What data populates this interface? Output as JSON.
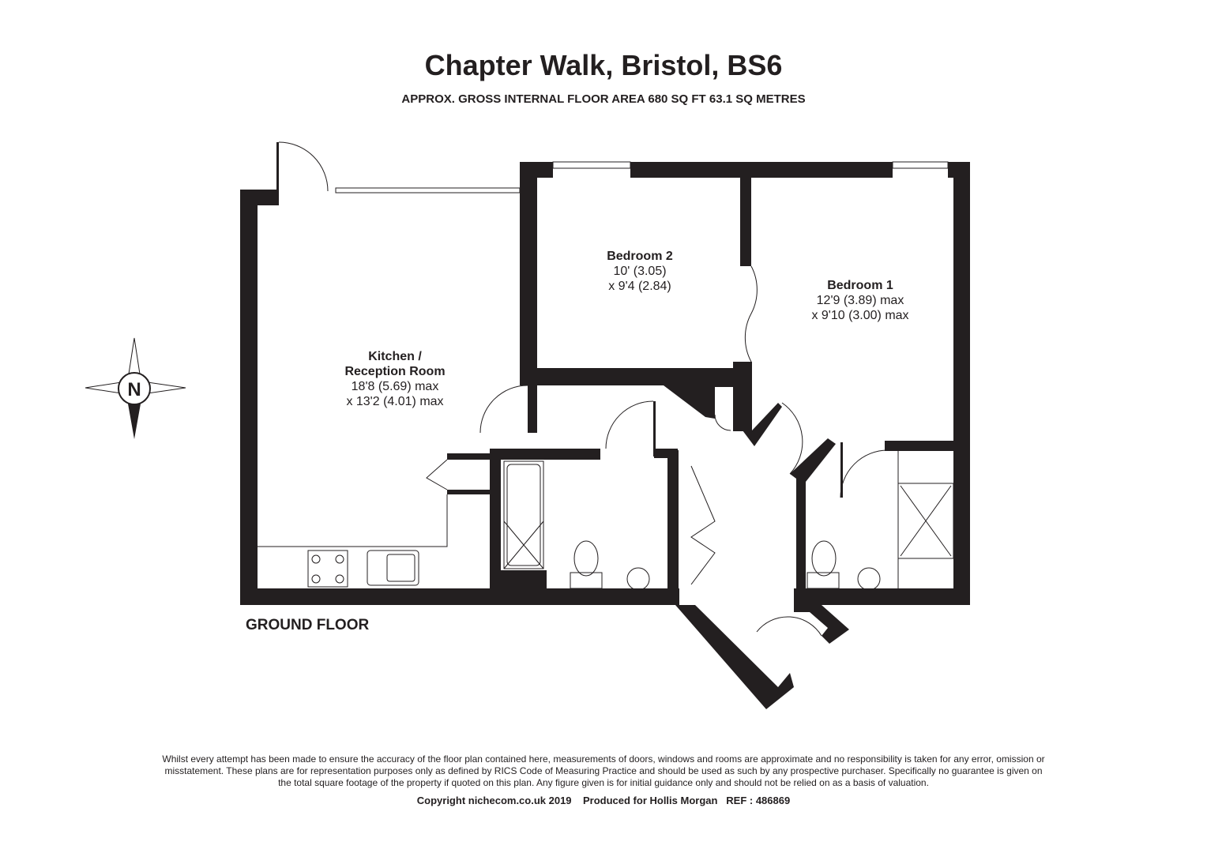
{
  "header": {
    "title": "Chapter Walk, Bristol, BS6",
    "subtitle": "APPROX. GROSS INTERNAL FLOOR AREA 680 SQ FT 63.1 SQ METRES"
  },
  "rooms": [
    {
      "name": "Kitchen /",
      "name2": "Reception Room",
      "dim1": "18'8 (5.69) max",
      "dim2": "x 13'2 (4.01) max"
    },
    {
      "name": "Bedroom 2",
      "dim1": "10' (3.05)",
      "dim2": "x 9'4 (2.84)"
    },
    {
      "name": "Bedroom 1",
      "dim1": "12'9 (3.89) max",
      "dim2": "x 9'10 (3.00) max"
    }
  ],
  "floor_label": "GROUND FLOOR",
  "compass": {
    "label": "N"
  },
  "footer": {
    "disclaimer": "Whilst every attempt has been made to ensure the accuracy of the floor plan contained here, measurements of doors, windows and rooms are approximate and no responsibility is taken for any error, omission or misstatement. These plans are for representation purposes only as defined by RICS Code of Measuring Practice and should be used as such by any prospective purchaser. Specifically no guarantee is given on the total square footage of the property if quoted on this plan. Any figure given is for initial guidance only and should not be relied on as a basis of valuation.",
    "copyright": "Copyright nichecom.co.uk 2019    Produced for Hollis Morgan   REF : 486869"
  }
}
